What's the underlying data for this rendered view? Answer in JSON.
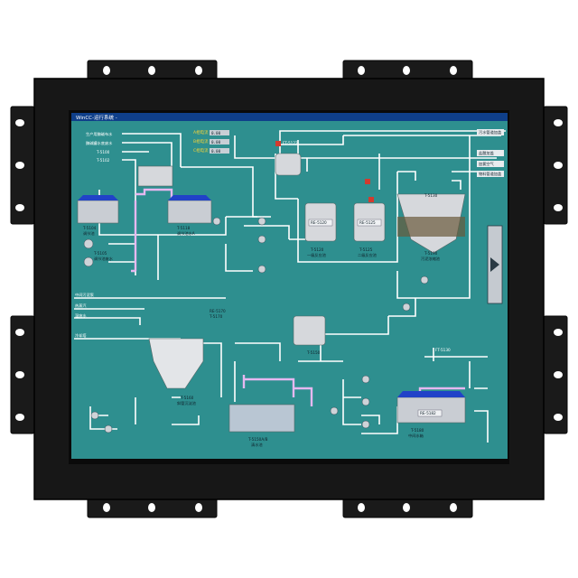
{
  "window": {
    "title": "WinCC-运行系统 -"
  },
  "colors": {
    "frame": "#141414",
    "screen_bg": "#2e8f8f",
    "title_bar": "#0f3f8a",
    "pipe": "#ffffff",
    "pipe_highlight": "#e6b8f0",
    "valve_red": "#d23b2f"
  },
  "top_left_labels": [
    {
      "text": "生产用酶碱布水"
    },
    {
      "text": "酶碱罐水底废水"
    },
    {
      "text": "T-5100"
    },
    {
      "text": "T-5102"
    }
  ],
  "status_panel": [
    {
      "text": "A相电流",
      "value": "0.00"
    },
    {
      "text": "B相电流",
      "value": "0.00"
    },
    {
      "text": "C相电流",
      "value": "0.00"
    }
  ],
  "right_labels": [
    {
      "text": "污水管道加盖"
    },
    {
      "text": "盐酸加盖"
    },
    {
      "text": "加氯空气"
    },
    {
      "text": "物料管道加盖"
    }
  ],
  "left_labels": [
    {
      "text": "中间污泥泵"
    },
    {
      "text": "热蒸汽"
    },
    {
      "text": "温废水"
    },
    {
      "text": "冷却塔"
    }
  ],
  "equipment_labels": [
    {
      "text": "T-5104"
    },
    {
      "text": "调节池"
    },
    {
      "text": "T-5105"
    },
    {
      "text": "调节池废水"
    },
    {
      "text": "T-5118"
    },
    {
      "text": "调节池水A"
    },
    {
      "text": "T-5120"
    },
    {
      "text": "T-5125"
    },
    {
      "text": "T-5130"
    },
    {
      "text": "一级反应池"
    },
    {
      "text": "二级反应池"
    },
    {
      "text": "T-5170"
    },
    {
      "text": "T-5150"
    },
    {
      "text": "T-5160"
    },
    {
      "text": "斜管沉淀池"
    },
    {
      "text": "T-5150A/B"
    },
    {
      "text": "清水池"
    },
    {
      "text": "T-5180"
    },
    {
      "text": "中间水箱"
    },
    {
      "text": "T-5190"
    },
    {
      "text": "污泥浓缩池"
    }
  ],
  "tag_boxes": [
    {
      "text": "RE-5120"
    },
    {
      "text": "RE-5125"
    },
    {
      "text": "RE-5170"
    },
    {
      "text": "RE-5182"
    },
    {
      "text": "FT-5122"
    },
    {
      "text": "FT-5130"
    }
  ],
  "icons": {
    "scroll_arrow": "chevron-right-icon"
  }
}
